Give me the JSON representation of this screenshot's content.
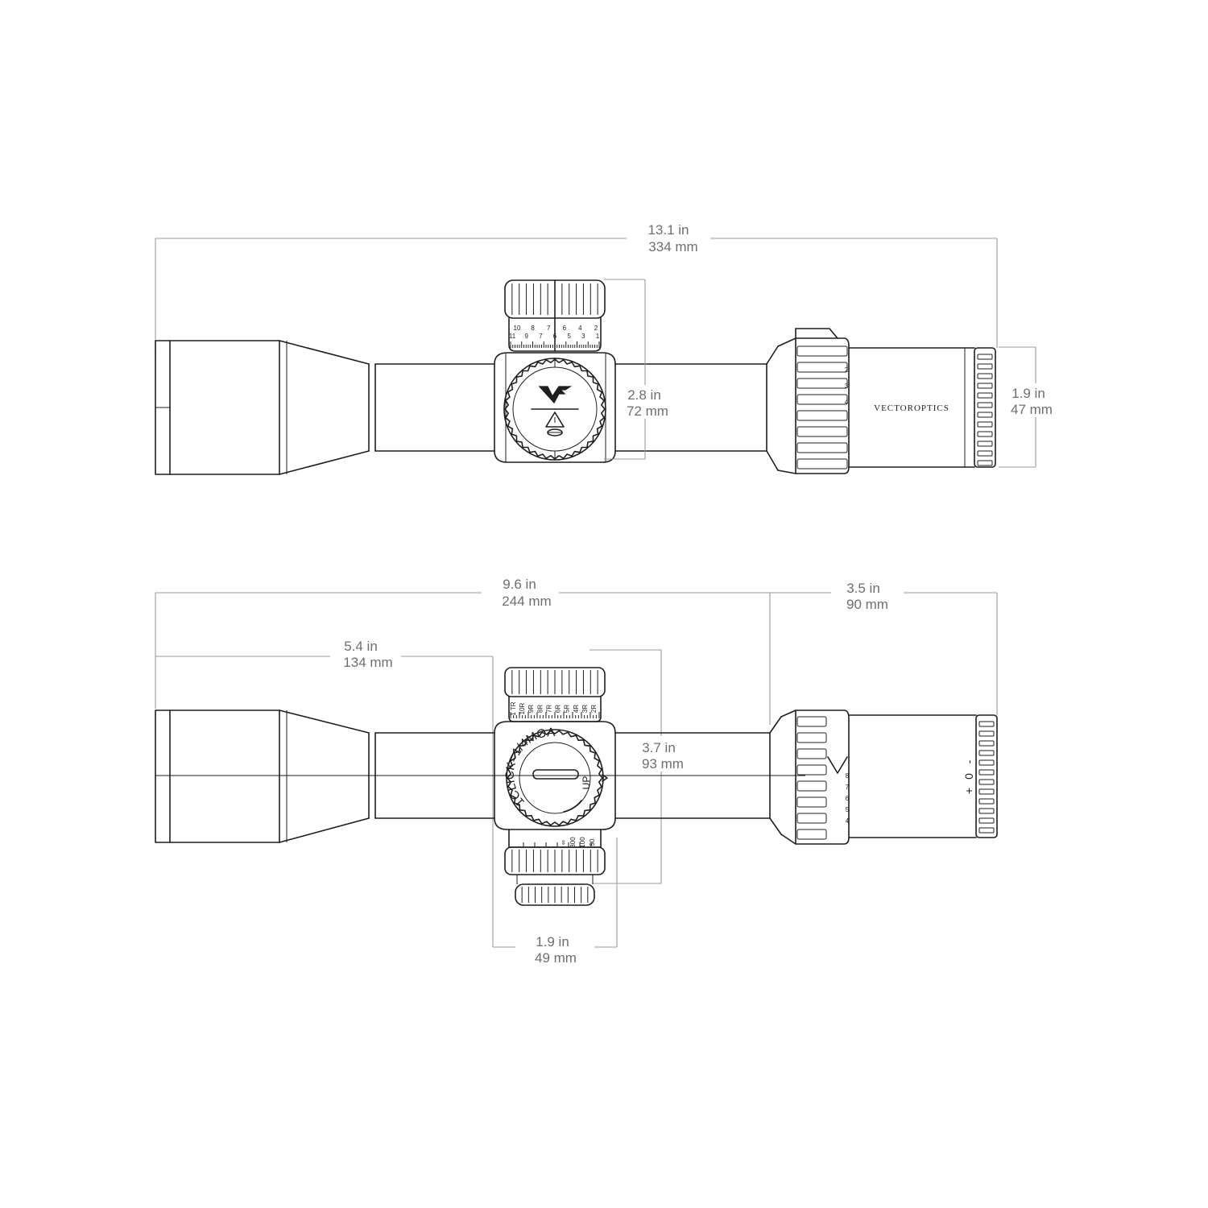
{
  "top_view": {
    "dims": {
      "overall_length": {
        "imperial": "13.1 in",
        "metric": "334 mm"
      },
      "turret_height": {
        "imperial": "2.8 in",
        "metric": "72 mm"
      },
      "eyepiece_diameter": {
        "imperial": "1.9 in",
        "metric": "47 mm"
      }
    },
    "turret_scale_top": [
      "10",
      "8",
      "7",
      "6",
      "4",
      "2"
    ],
    "turret_scale_bottom": [
      "11",
      "9",
      "7",
      "6",
      "5",
      "3",
      "1"
    ],
    "brand_text": "VECTOROPTICS",
    "magnification_marks": [
      "2",
      "3",
      "4"
    ]
  },
  "side_view": {
    "dims": {
      "tube_length": {
        "imperial": "9.6 in",
        "metric": "244 mm"
      },
      "eyepiece_length": {
        "imperial": "3.5 in",
        "metric": "90 mm"
      },
      "turret_position": {
        "imperial": "5.4 in",
        "metric": "134 mm"
      },
      "turret_height": {
        "imperial": "3.7 in",
        "metric": "93 mm"
      },
      "turret_width": {
        "imperial": "1.9 in",
        "metric": "49 mm"
      }
    },
    "cap_text": "1CLICK=1/4MOA",
    "cap_up_label": "UP",
    "elevation_scale": [
      "1 TR",
      "10R",
      "9R",
      "8R",
      "7R",
      "6R",
      "5R",
      "4R",
      "3R",
      "2R"
    ],
    "parallax_scale": [
      "∞",
      "300",
      "100",
      "50"
    ],
    "diopter_marks": [
      "-",
      "0",
      "+"
    ],
    "magnification_marks": [
      "8",
      "7",
      "6",
      "5",
      "4"
    ]
  }
}
